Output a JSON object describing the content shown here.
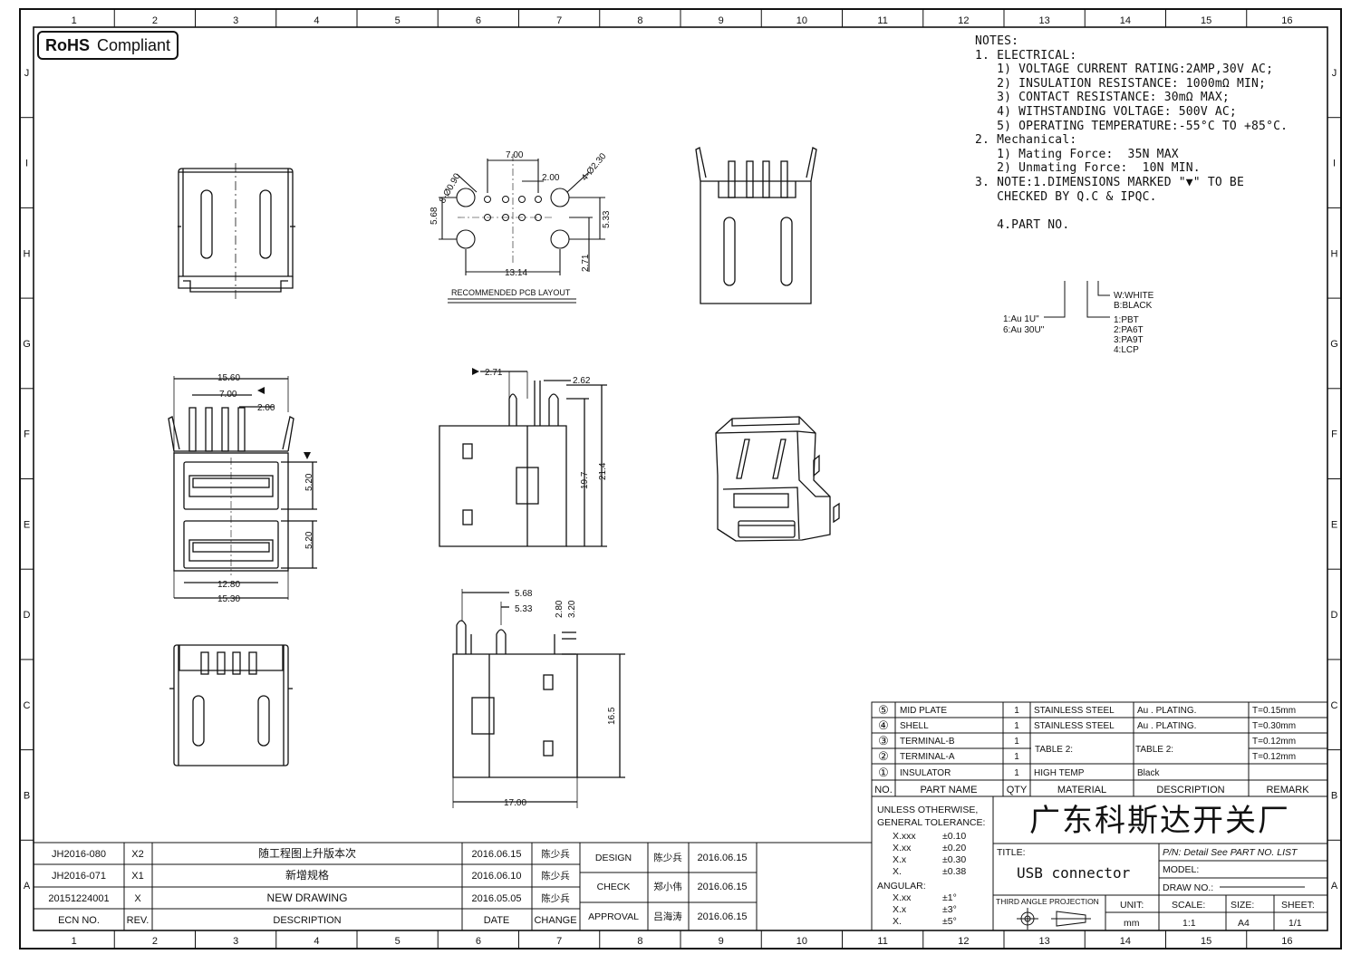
{
  "border": {
    "columns_top": [
      "1",
      "2",
      "3",
      "4",
      "5",
      "6",
      "7",
      "8",
      "9",
      "10",
      "11",
      "12",
      "13",
      "14",
      "15",
      "16"
    ],
    "rows_side": [
      "J",
      "I",
      "H",
      "G",
      "F",
      "E",
      "D",
      "C",
      "B",
      "A"
    ]
  },
  "rohs": {
    "bold": "RoHS",
    "text": "Compliant"
  },
  "notes": [
    "NOTES:",
    "1. ELECTRICAL:",
    "   1) VOLTAGE CURRENT RATING:2AMP,30V AC;",
    "   2) INSULATION RESISTANCE: 1000mΩ MIN;",
    "   3) CONTACT RESISTANCE: 30mΩ MAX;",
    "   4) WITHSTANDING VOLTAGE: 500V AC;",
    "   5) OPERATING TEMPERATURE:-55°C TO +85°C.",
    "2. Mechanical:",
    "   1) Mating Force:  35N MAX",
    "   2) Unmating Force:  10N MIN.",
    "3. NOTE:1.DIMENSIONS MARKED \"▼\" TO BE",
    "   CHECKED BY Q.C & IPQC.",
    "",
    "   4.PART NO."
  ],
  "part_no_legend": {
    "color": [
      "W:WHITE",
      "B:BLACK"
    ],
    "plating": [
      "1:Au 1U\"",
      "6:Au 30U\""
    ],
    "material": [
      "1:PBT",
      "2:PA6T",
      "3:PA9T",
      "4:LCP"
    ]
  },
  "pcb_layout": {
    "title": "RECOMMENDED PCB LAYOUT",
    "dims": {
      "pitch_a": "7.00",
      "pitch_b": "2.00",
      "hole_small": "8-Ø0.90",
      "hole_large": "4-Ø2.30",
      "left": "5.68",
      "right": "5.33",
      "bottom": "13.14",
      "lower": "2.71"
    }
  },
  "front_view_dims": {
    "w_outer": "15.60",
    "w_pins": "7.00",
    "pin": "2.00",
    "port_h1": "5.20",
    "port_h2": "5.20",
    "w_inner": "12.80",
    "w_base": "15.30"
  },
  "side_view_dims": {
    "a": "2.71",
    "b": "2.62",
    "h1": "19.7",
    "h2": "21.4"
  },
  "lower_side_dims": {
    "a": "5.68",
    "b": "5.33",
    "c": "2.80",
    "d": "3.20",
    "h": "16.5",
    "w": "17.00"
  },
  "bom": {
    "headers": [
      "NO.",
      "PART NAME",
      "QTY",
      "MATERIAL",
      "DESCRIPTION",
      "REMARK"
    ],
    "rows": [
      {
        "no": "⑤",
        "name": "MID PLATE",
        "qty": "1",
        "material": "STAINLESS STEEL",
        "desc": "Au . PLATING.",
        "remark": "T=0.15mm"
      },
      {
        "no": "④",
        "name": "SHELL",
        "qty": "1",
        "material": "STAINLESS STEEL",
        "desc": "Au . PLATING.",
        "remark": "T=0.30mm"
      },
      {
        "no": "③",
        "name": "TERMINAL-B",
        "qty": "1",
        "material": "TABLE 2:",
        "desc": "TABLE 2:",
        "remark": "T=0.12mm"
      },
      {
        "no": "②",
        "name": "TERMINAL-A",
        "qty": "1",
        "material": "",
        "desc": "",
        "remark": "T=0.12mm"
      },
      {
        "no": "①",
        "name": "INSULATOR",
        "qty": "1",
        "material": "HIGH TEMP",
        "desc": "Black",
        "remark": ""
      }
    ]
  },
  "tolerance": {
    "head1": "UNLESS OTHERWISE,",
    "head2": "GENERAL TOLERANCE:",
    "linear": [
      [
        "X.xxx",
        "±0.10"
      ],
      [
        "X.xx",
        "±0.20"
      ],
      [
        "X.x",
        "±0.30"
      ],
      [
        "X.",
        "±0.38"
      ]
    ],
    "angular_label": "ANGULAR:",
    "angular": [
      [
        "X.xx",
        "±1°"
      ],
      [
        "X.x",
        "±3°"
      ],
      [
        "X.",
        "±5°"
      ]
    ]
  },
  "company": "广东科斯达开关厂",
  "title_block": {
    "title_label": "TITLE:",
    "title": "USB connector",
    "pn": "P/N: Detail See PART NO. LIST",
    "model": "MODEL:",
    "draw_no": "DRAW NO.:",
    "projection": "THIRD ANGLE PROJECTION",
    "unit_label": "UNIT:",
    "unit": "mm",
    "scale_label": "SCALE:",
    "scale": "1:1",
    "size_label": "SIZE:",
    "size": "A4",
    "sheet_label": "SHEET:",
    "sheet": "1/1"
  },
  "revisions": {
    "rows": [
      {
        "ecn": "JH2016-080",
        "rev": "X2",
        "desc": "随工程图上升版本次",
        "date": "2016.06.15",
        "change": "陈少兵"
      },
      {
        "ecn": "JH2016-071",
        "rev": "X1",
        "desc": "新增规格",
        "date": "2016.06.10",
        "change": "陈少兵"
      },
      {
        "ecn": "20151224001",
        "rev": "X",
        "desc": "NEW DRAWING",
        "date": "2016.05.05",
        "change": "陈少兵"
      }
    ],
    "headers": {
      "ecn": "ECN NO.",
      "rev": "REV.",
      "desc": "DESCRIPTION",
      "date": "DATE",
      "change": "CHANGE"
    }
  },
  "approvals": [
    {
      "role": "DESIGN",
      "name": "陈少兵",
      "date": "2016.06.15"
    },
    {
      "role": "CHECK",
      "name": "郑小伟",
      "date": "2016.06.15"
    },
    {
      "role": "APPROVAL",
      "name": "吕海涛",
      "date": "2016.06.15"
    }
  ]
}
